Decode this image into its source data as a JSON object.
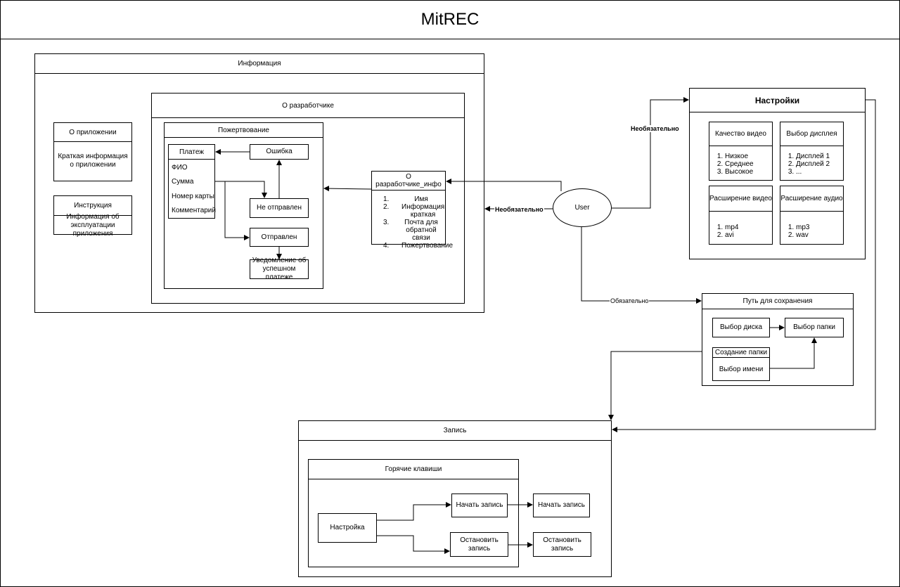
{
  "title": "MitREC",
  "info": {
    "title": "Информация",
    "about_app": {
      "title": "О приложении",
      "text": "Краткая информация о приложении"
    },
    "instruction": {
      "title": "Инструкция",
      "text": "Информация об эксплуатации приложения"
    },
    "about_dev": {
      "title": "О разработчике",
      "donation": {
        "title": "Пожертвование",
        "payment": {
          "title": "Платеж",
          "fields": [
            "ФИО",
            "Сумма",
            "Номер карты",
            "Комментарий"
          ]
        },
        "error": "Ошибка",
        "not_sent": "Не отправлен",
        "sent": "Отправлен",
        "notification": "Уведомление об успешном платеже"
      },
      "dev_info": {
        "title": "О разработчике_инфо",
        "items": [
          {
            "n": "1.",
            "t": "Имя"
          },
          {
            "n": "2.",
            "t": "Информация краткая"
          },
          {
            "n": "3.",
            "t": "Почта для обратной связи"
          },
          {
            "n": "4.",
            "t": "Пожертвование"
          }
        ]
      }
    }
  },
  "user": "User",
  "edges": {
    "optional_settings": "Необязательно",
    "optional_info": "Необязательно",
    "required_path": "Обязательно"
  },
  "settings": {
    "title": "Настройки",
    "video_quality": {
      "title": "Качество видео",
      "items": [
        "Низкое",
        "Среднее",
        "Высокое"
      ]
    },
    "display": {
      "title": "Выбор дисплея",
      "items": [
        "Дисплей 1",
        "Дисплей 2",
        "..."
      ]
    },
    "video_ext": {
      "title": "Расширение видео",
      "items": [
        "mp4",
        "avi"
      ]
    },
    "audio_ext": {
      "title": "Расширение аудио",
      "items": [
        "mp3",
        "wav"
      ]
    }
  },
  "save_path": {
    "title": "Путь для сохранения",
    "disk": "Выбор диска",
    "folder": "Выбор папки",
    "create_folder": "Создание папки",
    "name": "Выбор имени"
  },
  "record": {
    "title": "Запись",
    "hotkeys": {
      "title": "Горячие клавиши",
      "setup": "Настройка",
      "start": "Начать запись",
      "stop": "Остановить запись",
      "start_result": "Начать запись",
      "stop_result": "Остановить запись"
    }
  }
}
